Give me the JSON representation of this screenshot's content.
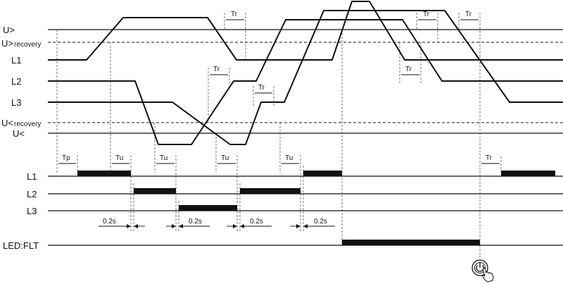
{
  "levels": {
    "u_over": "U>",
    "u_over_recovery_main": "U>",
    "u_over_recovery_sub": "recovery",
    "l1": "L1",
    "l2": "L2",
    "l3": "L3",
    "u_under_recovery_main": "U<",
    "u_under_recovery_sub": "recovery",
    "u_under": "U<"
  },
  "outputs": {
    "l1": "L1",
    "l2": "L2",
    "l3": "L3",
    "led": "LED:FLT"
  },
  "timing": {
    "tr": "Tr",
    "tp": "Tp",
    "tu": "Tu",
    "delay": "0.2s"
  },
  "icons": {
    "reset": "power-button-with-hand-icon"
  }
}
